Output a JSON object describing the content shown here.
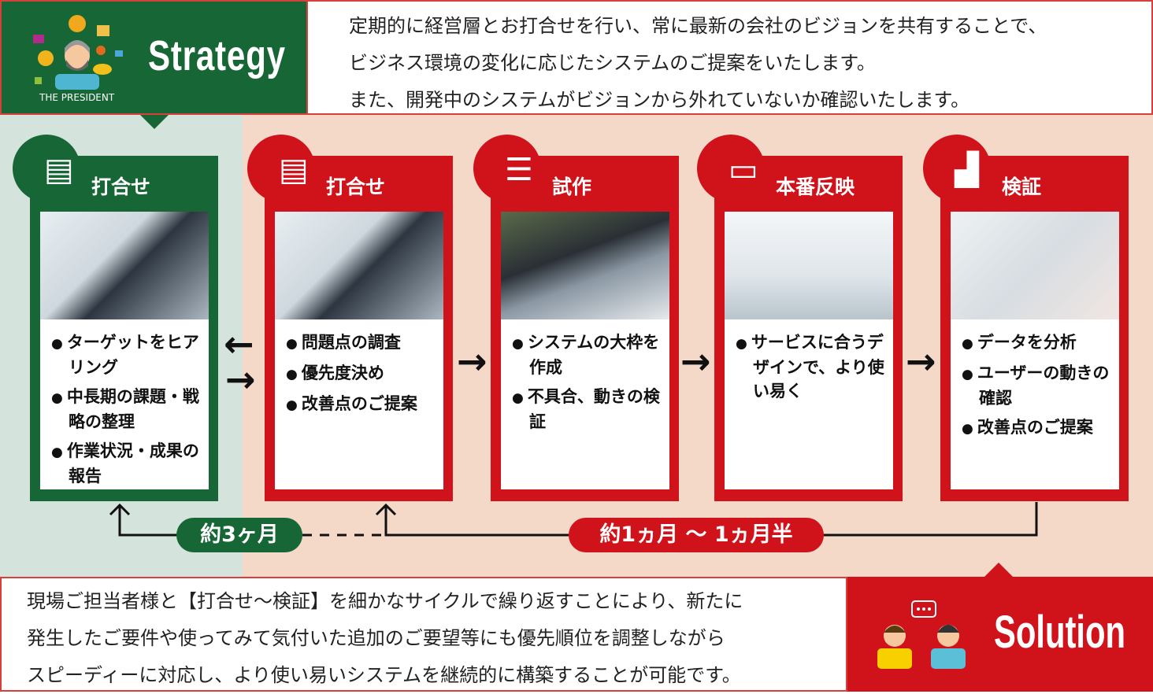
{
  "strategy": {
    "title": "Strategy",
    "caption": "THE PRESIDENT",
    "lines": [
      "定期的に経営層とお打合せを行い、常に最新の会社のビジョンを共有することで、",
      "ビジネス環境の変化に応じたシステムのご提案をいたします。",
      "また、開発中のシステムがビジョンから外れていないか確認いたします。"
    ]
  },
  "cards": [
    {
      "title": "打合せ",
      "icon": "document-icon",
      "items": [
        "ターゲットをヒアリング",
        "中長期の課題・戦略の整理",
        "作業状況・成果の報告"
      ]
    },
    {
      "title": "打合せ",
      "icon": "document-icon",
      "items": [
        "問題点の調査",
        "優先度決め",
        "改善点のご提案"
      ]
    },
    {
      "title": "試作",
      "icon": "checklist-icon",
      "items": [
        "システムの大枠を作成",
        "不具合、動きの検証"
      ]
    },
    {
      "title": "本番反映",
      "icon": "laptop-icon",
      "items": [
        "サービスに合うデザインで、より使い易く"
      ]
    },
    {
      "title": "検証",
      "icon": "chart-icon",
      "items": [
        "データを分析",
        "ユーザーの動きの確認",
        "改善点のご提案"
      ]
    }
  ],
  "timeline": {
    "short": "約3ヶ月",
    "long": "約1ヵ月 〜 1ヵ月半"
  },
  "solution": {
    "title": "Solution",
    "lines": [
      "現場ご担当者様と【打合せ〜検証】を細かなサイクルで繰り返すことにより、新たに",
      "発生したご要件や使ってみて気付いた追加のご要望等にも優先順位を調整しながら",
      "スピーディーに対応し、より使い易いシステムを継続的に構築することが可能です。"
    ]
  },
  "colors": {
    "green": "#176635",
    "red": "#d0121b",
    "mint": "#d5e3dd",
    "peach": "#f4d8c8"
  }
}
